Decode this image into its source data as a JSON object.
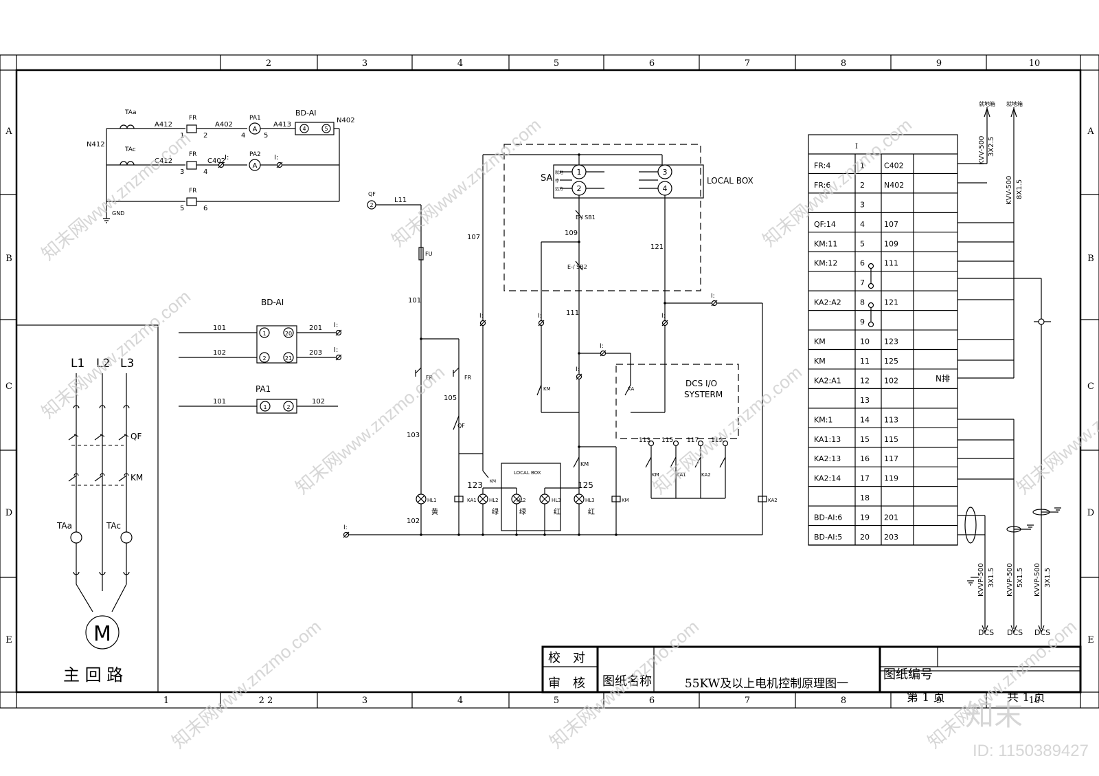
{
  "border": {
    "top_cols": [
      "2",
      "3",
      "4",
      "5",
      "6",
      "7",
      "8",
      "9",
      "10"
    ],
    "bottom_cols": [
      "1",
      "2 2",
      "3",
      "4",
      "5",
      "6",
      "7",
      "8",
      "9",
      "10"
    ],
    "left_rows": [
      "A",
      "B",
      "C",
      "D",
      "E"
    ],
    "right_rows": [
      "A",
      "B",
      "C",
      "D",
      "E"
    ]
  },
  "meter_circuit": {
    "labels": {
      "taa": "TAa",
      "tac": "TAc",
      "n412": "N412",
      "a412": "A412",
      "c412": "C412",
      "gnd": "GND",
      "fr": "FR",
      "n1": "1",
      "n2": "2",
      "n3": "3",
      "n4": "4",
      "n5": "5",
      "n6": "6",
      "a402": "A402",
      "c402": "C402",
      "pa1": "PA1",
      "pa2": "PA2",
      "a_sym": "A",
      "a413": "A413",
      "n4b": "4",
      "n5b": "5",
      "bdai": "BD-AI",
      "t4": "4",
      "t5": "5",
      "n402": "N402",
      "i1": "I:",
      "i2": "I:"
    }
  },
  "bdai_block": {
    "title": "BD-AI",
    "w101": "101",
    "w102": "102",
    "t1": "1",
    "t2": "2",
    "t20": "20",
    "t21": "21",
    "w201": "201",
    "w203": "203",
    "i1": "I:",
    "i2": "I:"
  },
  "pa1_block": {
    "title": "PA1",
    "w101": "101",
    "t1": "1",
    "t2": "2",
    "w102": "102"
  },
  "main_circuit": {
    "l1": "L1",
    "l2": "L2",
    "l3": "L3",
    "qf": "QF",
    "km": "KM",
    "taa": "TAa",
    "tac": "TAc",
    "motor": "M",
    "title": "主 回 路"
  },
  "control": {
    "qf": "QF",
    "qf_term": "2",
    "l11": "L11",
    "fu": "FU",
    "w101": "101",
    "w103": "103",
    "w105": "105",
    "w107": "107",
    "w102": "102",
    "fr": "FR",
    "fr2": "FR",
    "qf2": "QF",
    "i_term": "I:",
    "sa": "SA",
    "sa_t1": "1",
    "sa_t2": "2",
    "sa_t3": "3",
    "sa_t4": "4",
    "sa_tag1": "就地",
    "sa_tag2": "停",
    "sa_tag3": "远方",
    "local_box": "LOCAL BOX",
    "sb1": "E-/ SB1",
    "sb2": "E-/ SB2",
    "w109": "109",
    "w111": "111",
    "w121": "121",
    "km_c1": "KM",
    "ka_c": "KA",
    "km_c2": "KM",
    "dcs": "DCS I/O",
    "systerm": "SYSTERM",
    "w113": "113",
    "w115": "115",
    "w117": "117",
    "w119": "119",
    "dcs_km": "KM",
    "dcs_ka1": "KA1",
    "dcs_ka2": "KA2",
    "local_box2": "LOCAL BOX",
    "w123": "123",
    "w125": "125",
    "km_small": "KM",
    "hl1": "HL1",
    "hl2": "HL2",
    "hl2b": "HL2",
    "hl3": "HL3",
    "hl3b": "HL3",
    "ka1": "KA1",
    "ka2": "KA2",
    "km_coil": "KM",
    "yellow": "黄",
    "green": "绿",
    "green2": "绿",
    "red": "红",
    "red2": "红"
  },
  "terminal_table": {
    "header": "I",
    "rows": [
      {
        "dev": "FR:4",
        "no": "1",
        "wire": "C402"
      },
      {
        "dev": "FR:6",
        "no": "2",
        "wire": "N402"
      },
      {
        "dev": "",
        "no": "3",
        "wire": ""
      },
      {
        "dev": "QF:14",
        "no": "4",
        "wire": "107"
      },
      {
        "dev": "KM:11",
        "no": "5",
        "wire": "109"
      },
      {
        "dev": "KM:12",
        "no": "6",
        "wire": "111"
      },
      {
        "dev": "",
        "no": "7",
        "wire": ""
      },
      {
        "dev": "KA2:A2",
        "no": "8",
        "wire": "121"
      },
      {
        "dev": "",
        "no": "9",
        "wire": ""
      },
      {
        "dev": "KM",
        "no": "10",
        "wire": "123"
      },
      {
        "dev": "KM",
        "no": "11",
        "wire": "125"
      },
      {
        "dev": "KA2:A1",
        "no": "12",
        "wire": "102"
      },
      {
        "dev": "",
        "no": "13",
        "wire": ""
      },
      {
        "dev": "KM:1",
        "no": "14",
        "wire": "113"
      },
      {
        "dev": "KA1:13",
        "no": "15",
        "wire": "115"
      },
      {
        "dev": "KA2:13",
        "no": "16",
        "wire": "117"
      },
      {
        "dev": "KA2:14",
        "no": "17",
        "wire": "119"
      },
      {
        "dev": "",
        "no": "18",
        "wire": ""
      },
      {
        "dev": "BD-AI:6",
        "no": "19",
        "wire": "201"
      },
      {
        "dev": "BD-AI:5",
        "no": "20",
        "wire": "203"
      }
    ],
    "n_label": "N排"
  },
  "cables": {
    "top1": "就地箱",
    "top2": "就地箱",
    "kvv1": "KVV-500",
    "kvv1s": "3X2.5",
    "kvv2": "KVV-500",
    "kvv2s": "8X1.5",
    "kvvp1": "KVVP-500",
    "kvvp1s": "3X1.5",
    "kvvp2": "KVVP-500",
    "kvvp2s": "5X1.5",
    "kvvp3": "KVVP-500",
    "kvvp3s": "3X1.5",
    "dcs1": "DCS",
    "dcs2": "DCS",
    "dcs3": "DCS"
  },
  "title_block": {
    "check": "校　对",
    "review": "审　核",
    "name_label": "图纸名称",
    "name": "55KW及以上电机控制原理图一",
    "no_label": "图纸编号",
    "page": "第 1 页",
    "total": "共 1 页"
  },
  "watermark": {
    "text": "知末网www.znzmo.com",
    "logo": "知末",
    "id": "ID: 1150389427"
  }
}
